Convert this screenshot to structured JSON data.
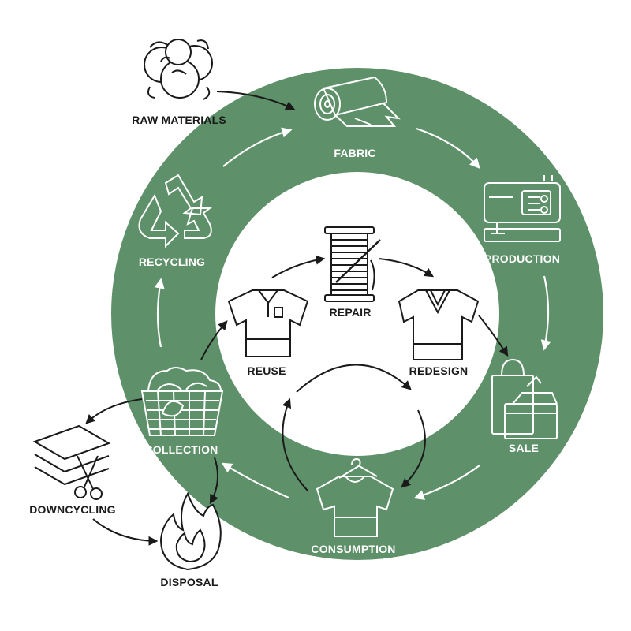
{
  "colors": {
    "ring": "#5e9169",
    "ink": "#1a1a1a",
    "white": "#ffffff"
  },
  "labels": {
    "raw_materials": "RAW MATERIALS",
    "fabric": "FABRIC",
    "production": "PRODUCTION",
    "sale": "SALE",
    "consumption": "CONSUMPTION",
    "collection": "COLLECTION",
    "recycling": "RECYCLING",
    "downcycling": "DOWNCYCLING",
    "disposal": "DISPOSAL",
    "reuse": "REUSE",
    "repair": "REPAIR",
    "redesign": "REDESIGN"
  },
  "icons": {
    "raw_materials": "cotton-boll-icon",
    "fabric": "fabric-roll-icon",
    "production": "sewing-machine-icon",
    "sale": "shopping-bag-icon",
    "consumption": "t-shirt-on-hanger-icon",
    "collection": "laundry-basket-icon",
    "recycling": "recycle-arrows-icon",
    "downcycling": "scissors-and-sheets-icon",
    "disposal": "fire-icon",
    "reuse": "polo-shirt-icon",
    "repair": "thread-spool-icon",
    "redesign": "v-neck-shirt-icon"
  }
}
